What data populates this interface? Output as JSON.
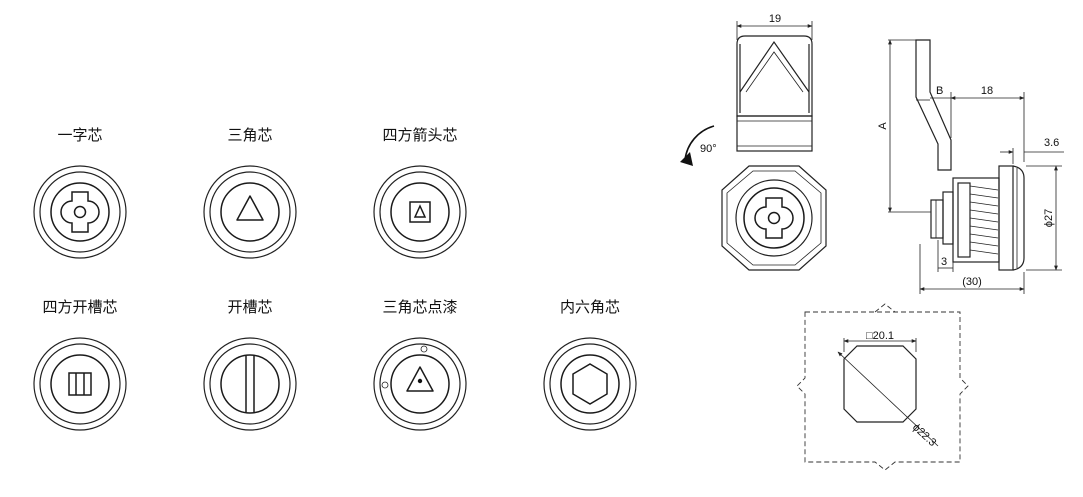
{
  "cores": [
    {
      "label": "一字芯",
      "icon": "slot-key-icon"
    },
    {
      "label": "三角芯",
      "icon": "triangle-icon"
    },
    {
      "label": "四方箭头芯",
      "icon": "square-arrow-icon"
    },
    {
      "label": "四方开槽芯",
      "icon": "square-slot-icon"
    },
    {
      "label": "开槽芯",
      "icon": "straight-slot-icon"
    },
    {
      "label": "三角芯点漆",
      "icon": "triangle-painted-icon"
    },
    {
      "label": "内六角芯",
      "icon": "hexagon-icon"
    }
  ],
  "front_view": {
    "width": "19",
    "rotation": "90°"
  },
  "side_view": {
    "height": "A",
    "offset": "B",
    "length": "18",
    "flange": "3.6",
    "diameter": "ϕ27",
    "thread": "3",
    "total": "(30)"
  },
  "cutout": {
    "square": "□20.1",
    "diameter": "ϕ22.3"
  }
}
